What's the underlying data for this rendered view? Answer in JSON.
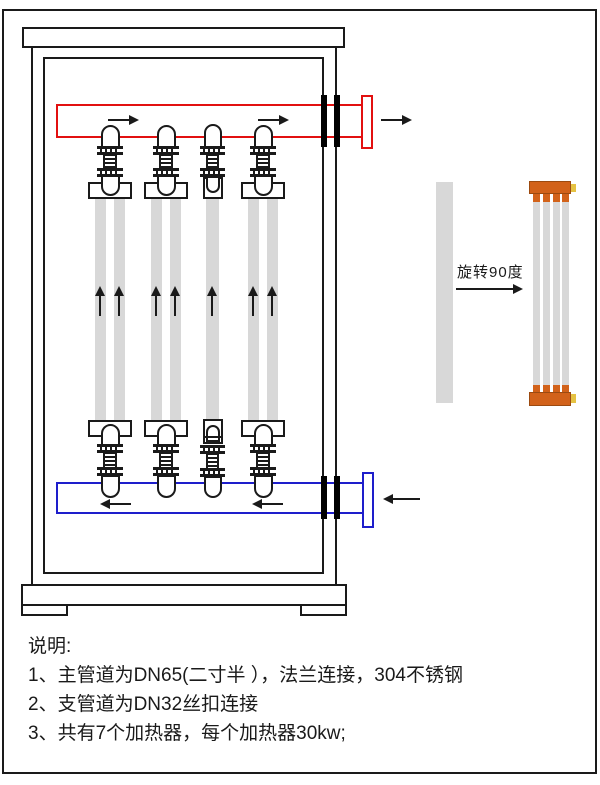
{
  "colors": {
    "line": "#1a1a1a",
    "hot_pipe": "#e21010",
    "cold_pipe": "#1e1ecb",
    "tube_gray": "#d8d8d8",
    "heater_orange": "#d2621a",
    "heater_tab": "#e5c243"
  },
  "icons": {
    "flow_right": "→",
    "flow_left": "←",
    "flow_up": "↑",
    "rotate_pointer": "→"
  },
  "rotate_view": {
    "label": "旋转90度"
  },
  "notes": {
    "title": "说明:",
    "items": [
      "1、主管道为DN65(二寸半 ），法兰连接，304不锈钢",
      "2、支管道为DN32丝扣连接",
      "3、共有7个加热器，每个加热器30kw;"
    ]
  }
}
